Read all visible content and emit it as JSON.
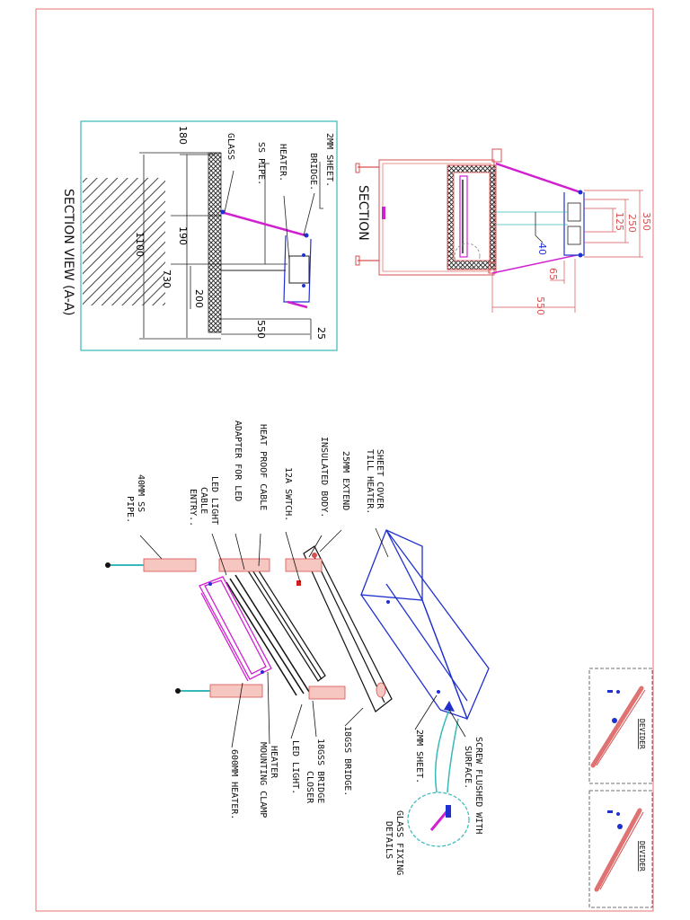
{
  "colors": {
    "border": "#e8706e",
    "frame": "#38b8b8",
    "section": "#d85050",
    "blue": "#2030d0",
    "magenta": "#d020d0",
    "black": "#111111"
  },
  "section_view": {
    "title": "SECTION VIEW (A-A)",
    "labels": {
      "sheet": "2MM SHEET.",
      "bridge": "BRIDGE.",
      "glass": "GLASS",
      "heater": "HEATER.",
      "pipe": "SS PIPE."
    },
    "dims": {
      "d180": "180",
      "d190": "190",
      "d1100": "1100",
      "d730": "730",
      "d200": "200",
      "d550": "550",
      "d25": "25"
    }
  },
  "section": {
    "title": "SECTION",
    "dims": {
      "d350": "350",
      "d250": "250",
      "d125": "125",
      "d40": "40",
      "d65": "65",
      "d550": "550"
    }
  },
  "exploded": {
    "labels": {
      "cover1": "SHEET COVER",
      "cover2": "TILL HEATER.",
      "extend": "25MM EXTEND",
      "insulated": "INSULATED BODY.",
      "switch": "12A SWTCH.",
      "cable": "HEAT PROOF CABLE",
      "adapter": "ADAPTER FOR LED",
      "led_entry1": "LED LIGHT",
      "led_entry2": "CABLE",
      "led_entry3": "ENTRY..",
      "pipe1": "40MM SS",
      "pipe2": "PIPE.",
      "screw1": "SCREW FLUSHED WITH",
      "screw2": "SURFACE.",
      "sheet2": "2MM SHEET.",
      "bridge18": "18GSS BRIDGE.",
      "closer1": "18GSS BRIDGE",
      "closer2": "CLOSER",
      "led": "LED LIGHT.",
      "clamp1": "HEATER",
      "clamp2": "MOUNTING CLAMP",
      "heater600": "600MM HEATER.",
      "glass1": "GLASS FIXING",
      "glass2": "DETAILS"
    }
  },
  "dividers": [
    {
      "label": "DEVIDER"
    },
    {
      "label": "DEVIDER"
    }
  ]
}
